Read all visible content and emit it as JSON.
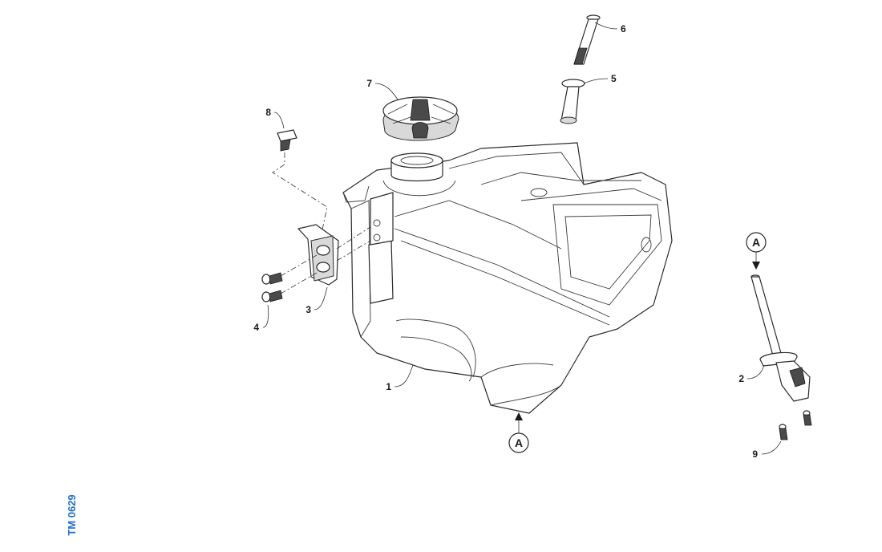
{
  "drawing_code": "TM 0629",
  "view_marker": "A",
  "parts": [
    {
      "number": "1",
      "name": "fuel-tank"
    },
    {
      "number": "2",
      "name": "fuel-tap"
    },
    {
      "number": "3",
      "name": "mounting-bracket"
    },
    {
      "number": "4",
      "name": "bracket-screws"
    },
    {
      "number": "5",
      "name": "rubber-bushing"
    },
    {
      "number": "6",
      "name": "tank-mounting-bolt"
    },
    {
      "number": "7",
      "name": "filler-cap"
    },
    {
      "number": "8",
      "name": "bracket-bolt"
    },
    {
      "number": "9",
      "name": "tap-screws"
    }
  ],
  "colors": {
    "drawing_code": "#1f6fd1",
    "lines": "#2a2a2a"
  }
}
